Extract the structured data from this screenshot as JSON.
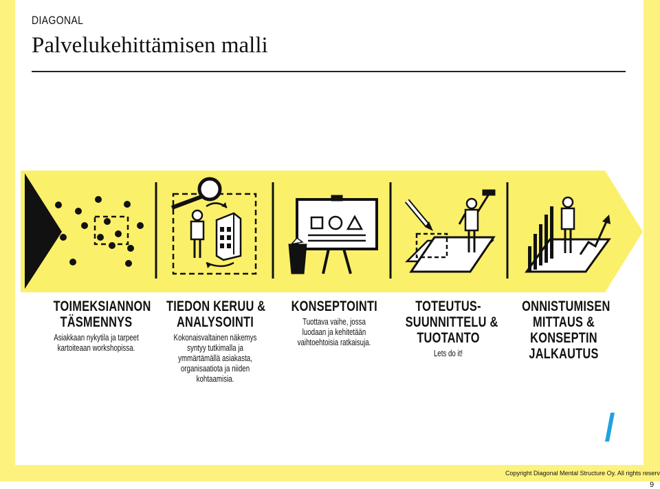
{
  "header": {
    "brand": "DIAGONAL",
    "title": "Palvelukehittämisen malli"
  },
  "stages": [
    {
      "heading_lines": [
        "TOIMEKSIANNON",
        "TÄSMENNYS"
      ],
      "description": "Asiakkaan nykytila ja tarpeet kartoiteaan workshopissa."
    },
    {
      "heading_lines": [
        "TIEDON KERUU &",
        "ANALYSOINTI"
      ],
      "description": "Kokonaisvaltainen näkemys syntyy tutkimalla ja ymmärtämällä asiakasta, organisaatiota ja niiden kohtaamisia."
    },
    {
      "heading_lines": [
        "KONSEPTOINTI"
      ],
      "description": "Tuottava vaihe, jossa luodaan ja kehitetään vaihtoehtoisia ratkaisuja."
    },
    {
      "heading_lines": [
        "TOTEUTUS-",
        "SUUNNITTELU &",
        "TUOTANTO"
      ],
      "description": "Lets do it!"
    },
    {
      "heading_lines": [
        "ONNISTUMISEN",
        "MITTAUS &",
        "KONSEPTIN",
        "JALKAUTUS"
      ],
      "description": ""
    }
  ],
  "footer": {
    "copyright": "Copyright Diagonal Mental Structure Oy. All rights reserved.",
    "page_number": "9"
  },
  "colors": {
    "yellow": "#fdf27d",
    "arrow_yellow": "#fbf06a",
    "accent_blue": "#1fa3e0",
    "ink": "#111111"
  },
  "icons": [
    "scattered-dots-icon",
    "magnifier-person-building-icon",
    "presentation-board-icon",
    "pencil-paint-roller-icon",
    "growth-chart-person-icon"
  ]
}
